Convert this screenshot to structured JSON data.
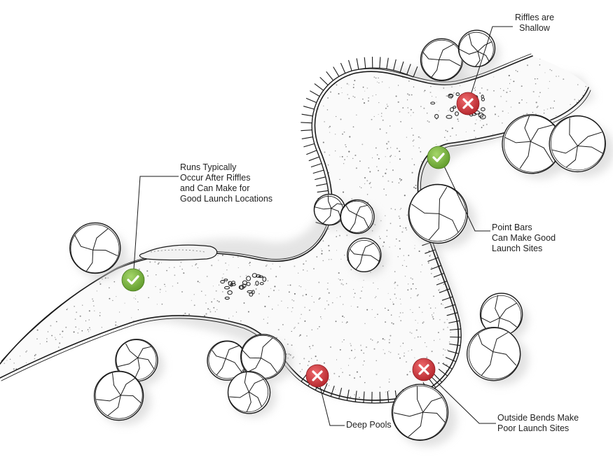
{
  "diagram": {
    "labels": {
      "riffles": [
        "Riffles are",
        "Shallow"
      ],
      "runs": [
        "Runs Typically",
        "Occur After Riffles",
        "and Can Make for",
        "Good Launch Locations"
      ],
      "point_bars": [
        "Point Bars",
        "Can Make  Good",
        "Launch Sites"
      ],
      "outside_bends": [
        "Outside Bends Make",
        "Poor Launch Sites"
      ],
      "deep_pools": [
        "Deep Pools"
      ]
    },
    "markers": [
      {
        "id": "riffles",
        "status": "bad"
      },
      {
        "id": "point-bar",
        "status": "good"
      },
      {
        "id": "run",
        "status": "good"
      },
      {
        "id": "deep-pool",
        "status": "bad"
      },
      {
        "id": "outside-bend",
        "status": "bad"
      }
    ],
    "colors": {
      "good": "#7cb342",
      "bad": "#d23a3f",
      "ink": "#1a1a1a",
      "shadow": "#d9d9d9"
    }
  }
}
